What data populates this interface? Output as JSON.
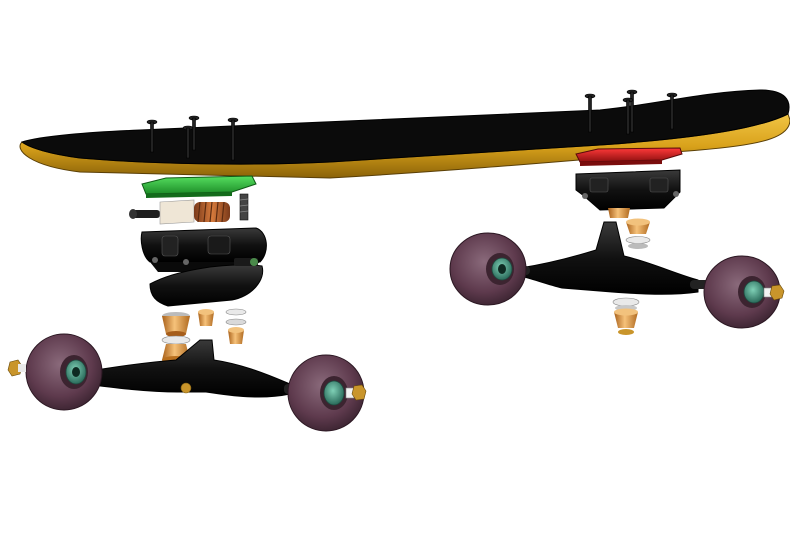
{
  "figure": {
    "subject": "skateboard-exploded-view",
    "colors": {
      "background": "#ffffff",
      "deck_top": "#0a0a0a",
      "deck_edge": "#d9a21b",
      "riser_green": "#2fc23c",
      "riser_red": "#d41e1e",
      "truck": "#111111",
      "wheel": "#5e3a4d",
      "wheel_rim": "#7d5a6b",
      "bearing": "#3f8f7a",
      "bushing": "#d98a2a",
      "bushing_light": "#f3c173",
      "washer": "#e8e8e8",
      "screw": "#222222",
      "nut": "#c9952b",
      "spring": "#b55a28"
    },
    "components": [
      "deck",
      "mounting-screws",
      "riser-pad-front",
      "riser-pad-rear",
      "front-baseplate",
      "rear-baseplate",
      "front-hanger",
      "rear-hanger",
      "bushings",
      "washers",
      "wheels",
      "bearings",
      "axle-nuts",
      "kingpin-spring"
    ]
  }
}
